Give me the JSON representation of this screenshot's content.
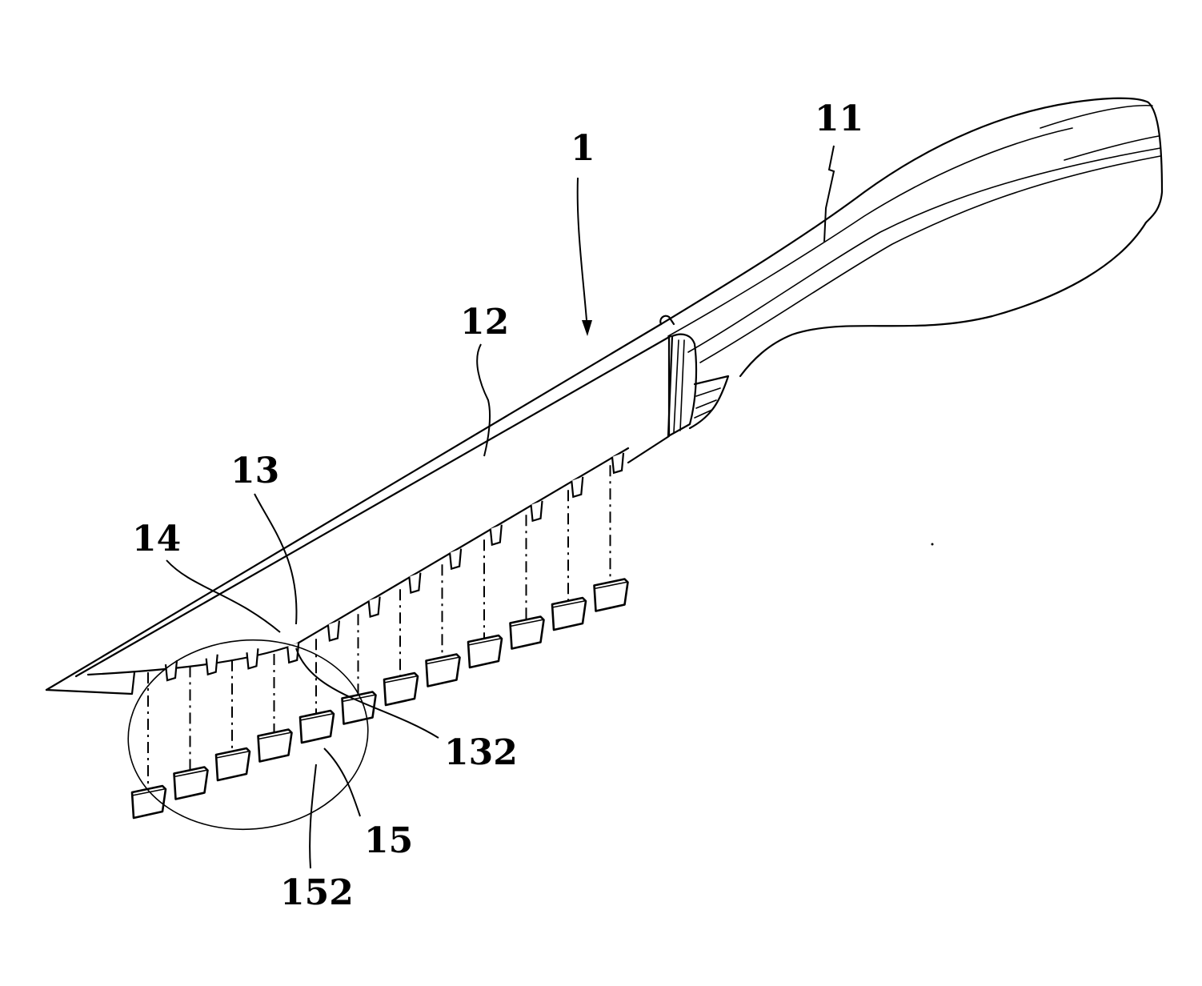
{
  "figure": {
    "subject": "Serrated knife with detachable blade-edge inserts (exploded view)",
    "colors": {
      "ink": "#000000",
      "background": "#ffffff"
    },
    "labels": {
      "knife": "1",
      "handle": "11",
      "blade": "12",
      "notch": "13",
      "cutting_edge": "14",
      "insert": "15",
      "notch_part": "132",
      "insert_part": "152"
    },
    "notch_count": 12,
    "insert_count": 12,
    "detail_circle": true
  }
}
